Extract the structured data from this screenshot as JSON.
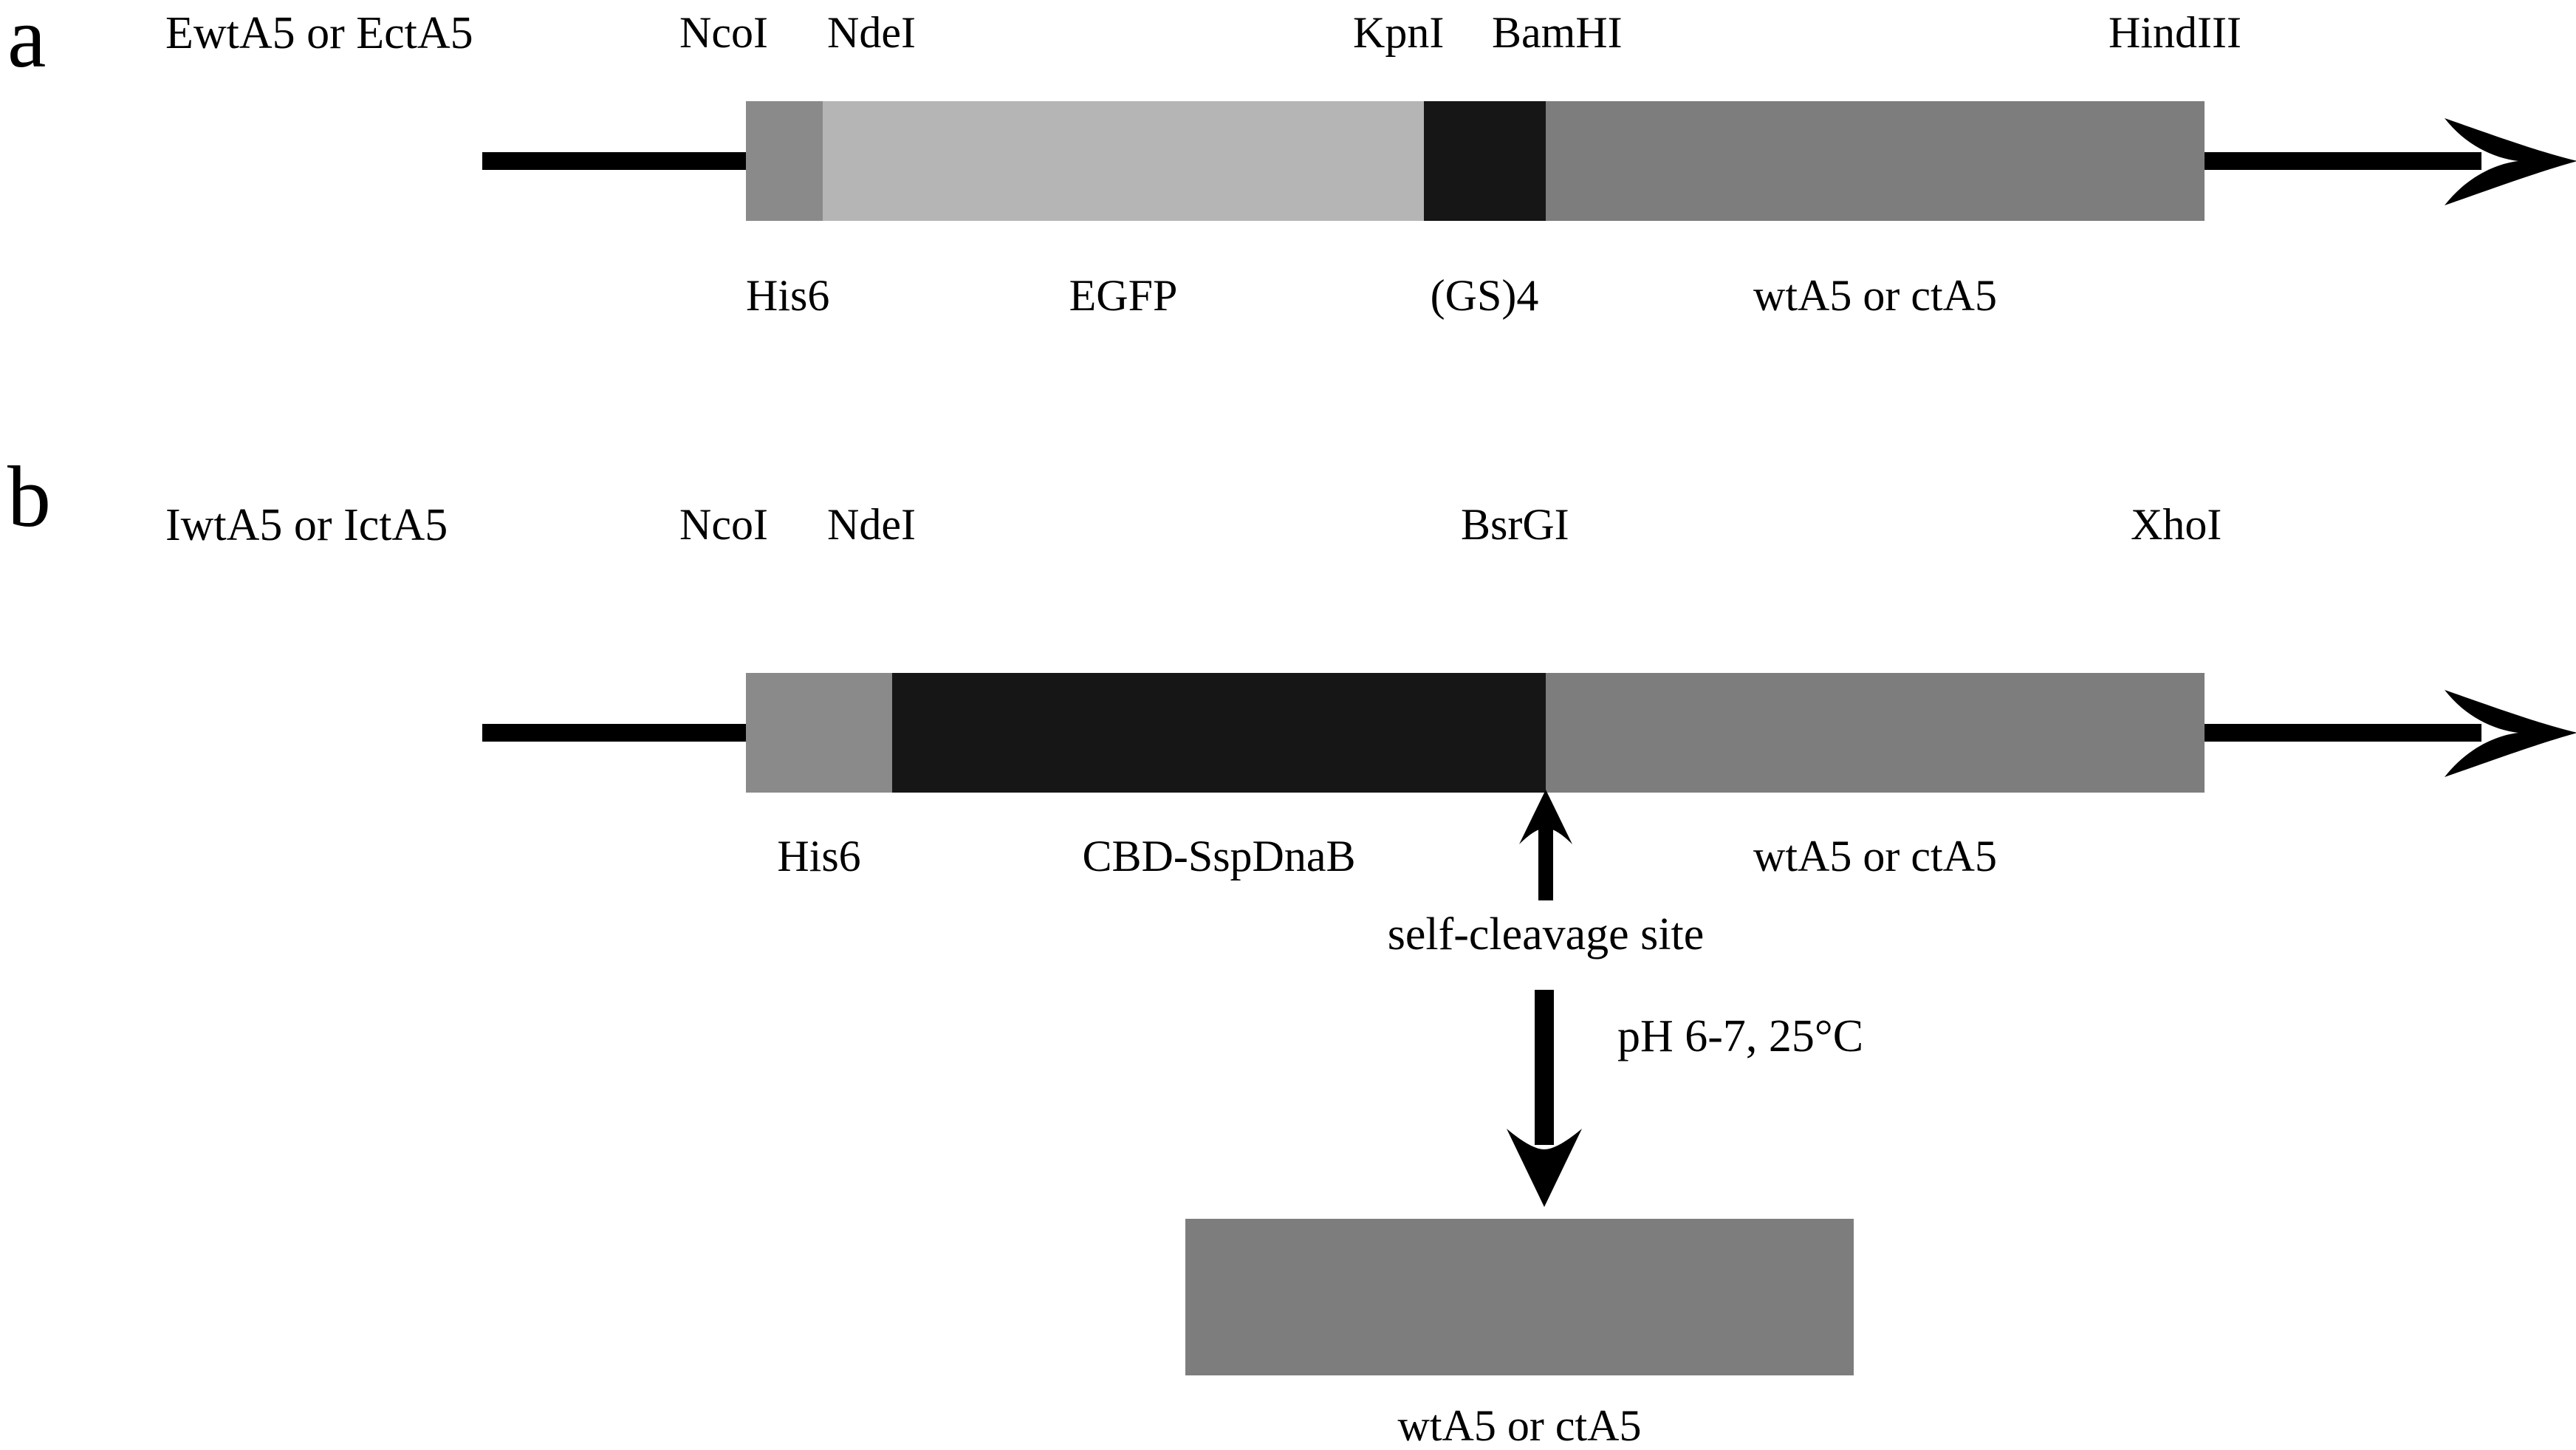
{
  "figure": {
    "background": "#ffffff",
    "ink": "#000000"
  },
  "colors": {
    "his6_gray": "#8a8a8a",
    "egfp_light_gray": "#b5b5b5",
    "linker_black": "#161616",
    "a5_gray": "#7d7d7d",
    "cbd_black": "#161616",
    "product_gray": "#7d7d7d"
  },
  "panels": [
    {
      "letter": "a",
      "construct_name": "EwtA5 or EctA5",
      "restriction_sites": [
        {
          "name": "NcoI"
        },
        {
          "name": "NdeI"
        },
        {
          "name": "KpnI"
        },
        {
          "name": "BamHI"
        },
        {
          "name": "HindIII"
        }
      ],
      "segments": [
        {
          "name": "His6",
          "color": "#8a8a8a"
        },
        {
          "name": "EGFP",
          "color": "#b5b5b5"
        },
        {
          "name": "(GS)4",
          "color": "#161616"
        },
        {
          "name": "wtA5 or ctA5",
          "color": "#7d7d7d"
        }
      ]
    },
    {
      "letter": "b",
      "construct_name": "IwtA5 or IctA5",
      "restriction_sites": [
        {
          "name": "NcoI"
        },
        {
          "name": "NdeI"
        },
        {
          "name": "BsrGI"
        },
        {
          "name": "XhoI"
        }
      ],
      "segments": [
        {
          "name": "His6",
          "color": "#8a8a8a"
        },
        {
          "name": "CBD-SspDnaB",
          "color": "#161616"
        },
        {
          "name": "wtA5 or ctA5",
          "color": "#7d7d7d"
        }
      ],
      "cleavage_annotation": "self-cleavage site",
      "reaction_condition": "pH 6-7, 25°C",
      "product": {
        "label": "wtA5 or ctA5",
        "color": "#7d7d7d"
      }
    }
  ],
  "icons": {
    "right_arrow": "right-arrow-icon",
    "up_arrow": "up-arrow-icon",
    "down_arrow": "down-arrow-icon"
  }
}
